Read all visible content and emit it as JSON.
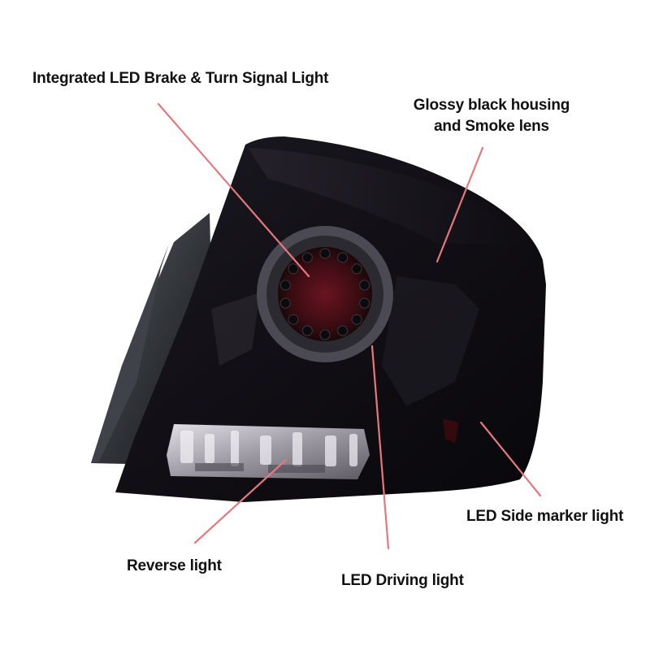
{
  "callouts": {
    "brake_turn": "Integrated LED Brake & Turn Signal Light",
    "housing": [
      "Glossy black housing",
      "and Smoke lens"
    ],
    "side_marker": "LED Side marker light",
    "reverse": "Reverse light",
    "driving": "LED Driving light"
  },
  "colors": {
    "leader_line": "#e4787d",
    "housing": "#0d0b10",
    "smoke_lens": "#1a1820",
    "reverse_lens": "#bfbcc4",
    "brake_lens": "#5a1018",
    "text": "#111111"
  }
}
